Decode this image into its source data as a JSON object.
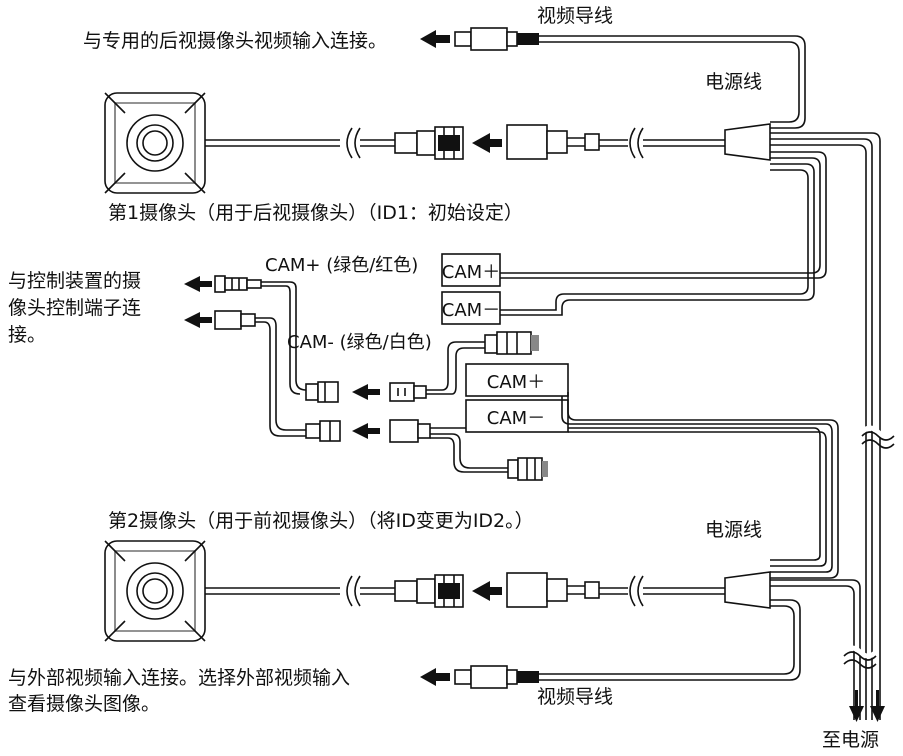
{
  "labels": {
    "video_cable_top": "视频导线",
    "video_cable_bottom": "视频导线",
    "power_cable_1": "电源线",
    "power_cable_2": "电源线",
    "rear_camera_connect": "与专用的后视摄像头视频输入连接。",
    "camera1": "第1摄像头（用于后视摄像头）（ID1：初始设定）",
    "camera2": "第2摄像头（用于前视摄像头）（将ID变更为ID2。）",
    "control_line1": "与控制装置的摄",
    "control_line2": "像头控制端子连",
    "control_line3": "接。",
    "cam_plus_note": "CAM+ (绿色/红色)",
    "cam_minus_note": "CAM- (绿色/白色)",
    "external_line1": "与外部视频输入连接。选择外部视频输入",
    "external_line2": "查看摄像头图像。",
    "to_power": "至电源"
  },
  "tags": {
    "cam_plus_a": "CAM＋",
    "cam_minus_a": "CAM－",
    "cam_plus_b": "CAM＋",
    "cam_minus_b": "CAM－"
  }
}
